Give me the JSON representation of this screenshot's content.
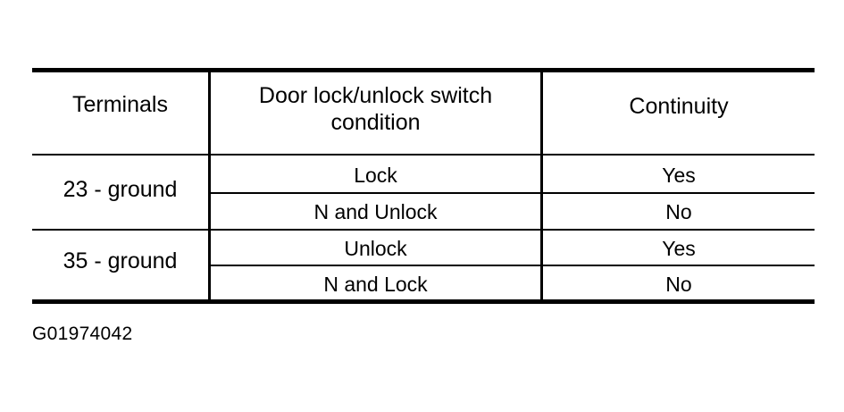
{
  "figure": {
    "caption": "G01974042"
  },
  "table": {
    "headers": {
      "terminals": "Terminals",
      "condition_line1": "Door lock/unlock switch",
      "condition_line2": "condition",
      "continuity": "Continuity"
    },
    "groups": [
      {
        "terminals": "23 - ground",
        "rows": [
          {
            "condition": "Lock",
            "continuity": "Yes"
          },
          {
            "condition": "N and Unlock",
            "continuity": "No"
          }
        ]
      },
      {
        "terminals": "35 - ground",
        "rows": [
          {
            "condition": "Unlock",
            "continuity": "Yes"
          },
          {
            "condition": "N and Lock",
            "continuity": "No"
          }
        ]
      }
    ]
  },
  "colors": {
    "background": "#ffffff",
    "ink": "#000000"
  }
}
